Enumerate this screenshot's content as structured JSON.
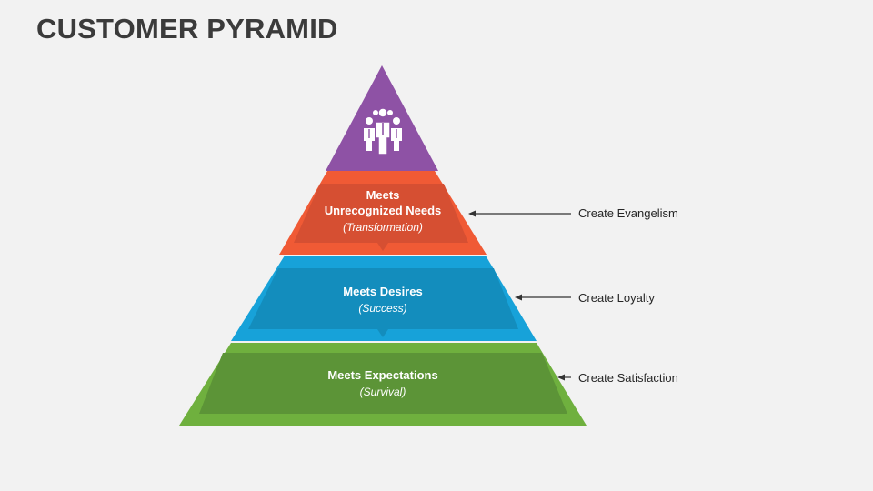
{
  "title": "CUSTOMER PYRAMID",
  "colors": {
    "top": "#8e52a5",
    "evangelism_outer": "#f05a35",
    "evangelism_inner": "#d64f32",
    "loyalty_outer": "#17a2d9",
    "loyalty_inner": "#138dbd",
    "satisfaction_outer": "#6fb03e",
    "satisfaction_inner": "#5c9437",
    "arrow": "#333333"
  },
  "layers": [
    {
      "heading_line1": "Meets",
      "heading_line2": "Unrecognized Needs",
      "sub": "(Transformation)",
      "callout": "Create Evangelism"
    },
    {
      "heading_line1": "Meets Desires",
      "sub": "(Success)",
      "callout": "Create Loyalty"
    },
    {
      "heading_line1": "Meets Expectations",
      "sub": "(Survival)",
      "callout": "Create Satisfaction"
    }
  ],
  "top_icon": "people-group-icon"
}
